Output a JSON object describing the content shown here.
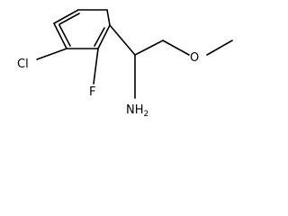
{
  "molecule": {
    "atoms": {
      "cl": {
        "element": "Cl"
      },
      "f": {
        "element": "F"
      },
      "n": {
        "element": "N",
        "hydrogens": "2",
        "display": "NH2"
      },
      "o": {
        "element": "O"
      },
      "methyl": {
        "text": ""
      }
    }
  }
}
